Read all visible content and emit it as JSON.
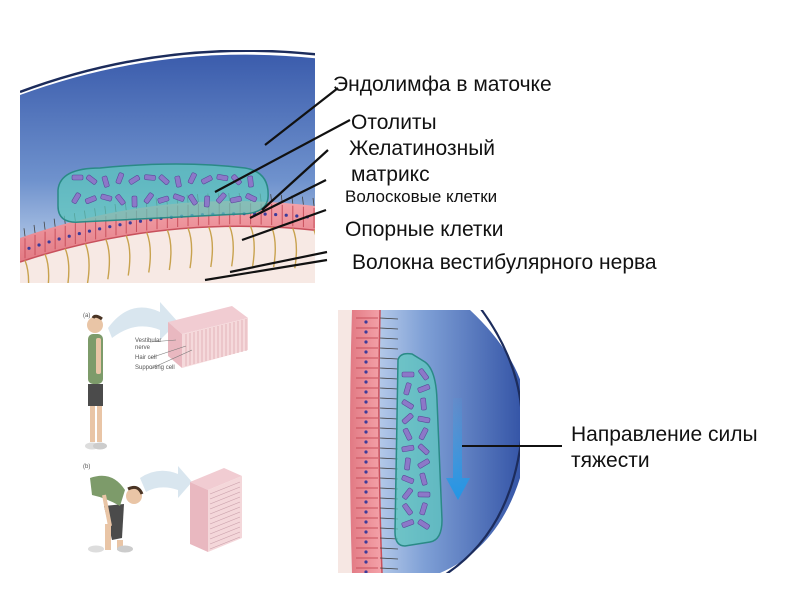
{
  "labels": {
    "endolymph": "Эндолимфа в маточке",
    "otoliths": "Отолиты",
    "gel_line1": "Желатинозный",
    "gel_line2": "матрикс",
    "hair_cells": "Волосковые клетки",
    "supporting_cells": "Опорные клетки",
    "nerve_fibers": "Волокна вестибулярного нерва",
    "gravity_line1": "Направление силы",
    "gravity_line2": "тяжести"
  },
  "inset": {
    "panel_a": "(a)",
    "panel_b": "(b)",
    "vestibular_nerve_1": "Vestibular",
    "vestibular_nerve_2": "nerve",
    "hair_cell": "Hair cell",
    "supporting_cell": "Supporting cell"
  },
  "colors": {
    "fluid_dark": "#3d5fae",
    "fluid_light": "#c9dcf1",
    "gel": "#5cc7bd",
    "otolith": "#8c78c8",
    "epithelium": "#e8848c",
    "nerve": "#c8a24e",
    "arrow": "#3aa6e6"
  },
  "icons": [
    "standing-person-icon",
    "bending-person-icon",
    "arrow-icon"
  ]
}
